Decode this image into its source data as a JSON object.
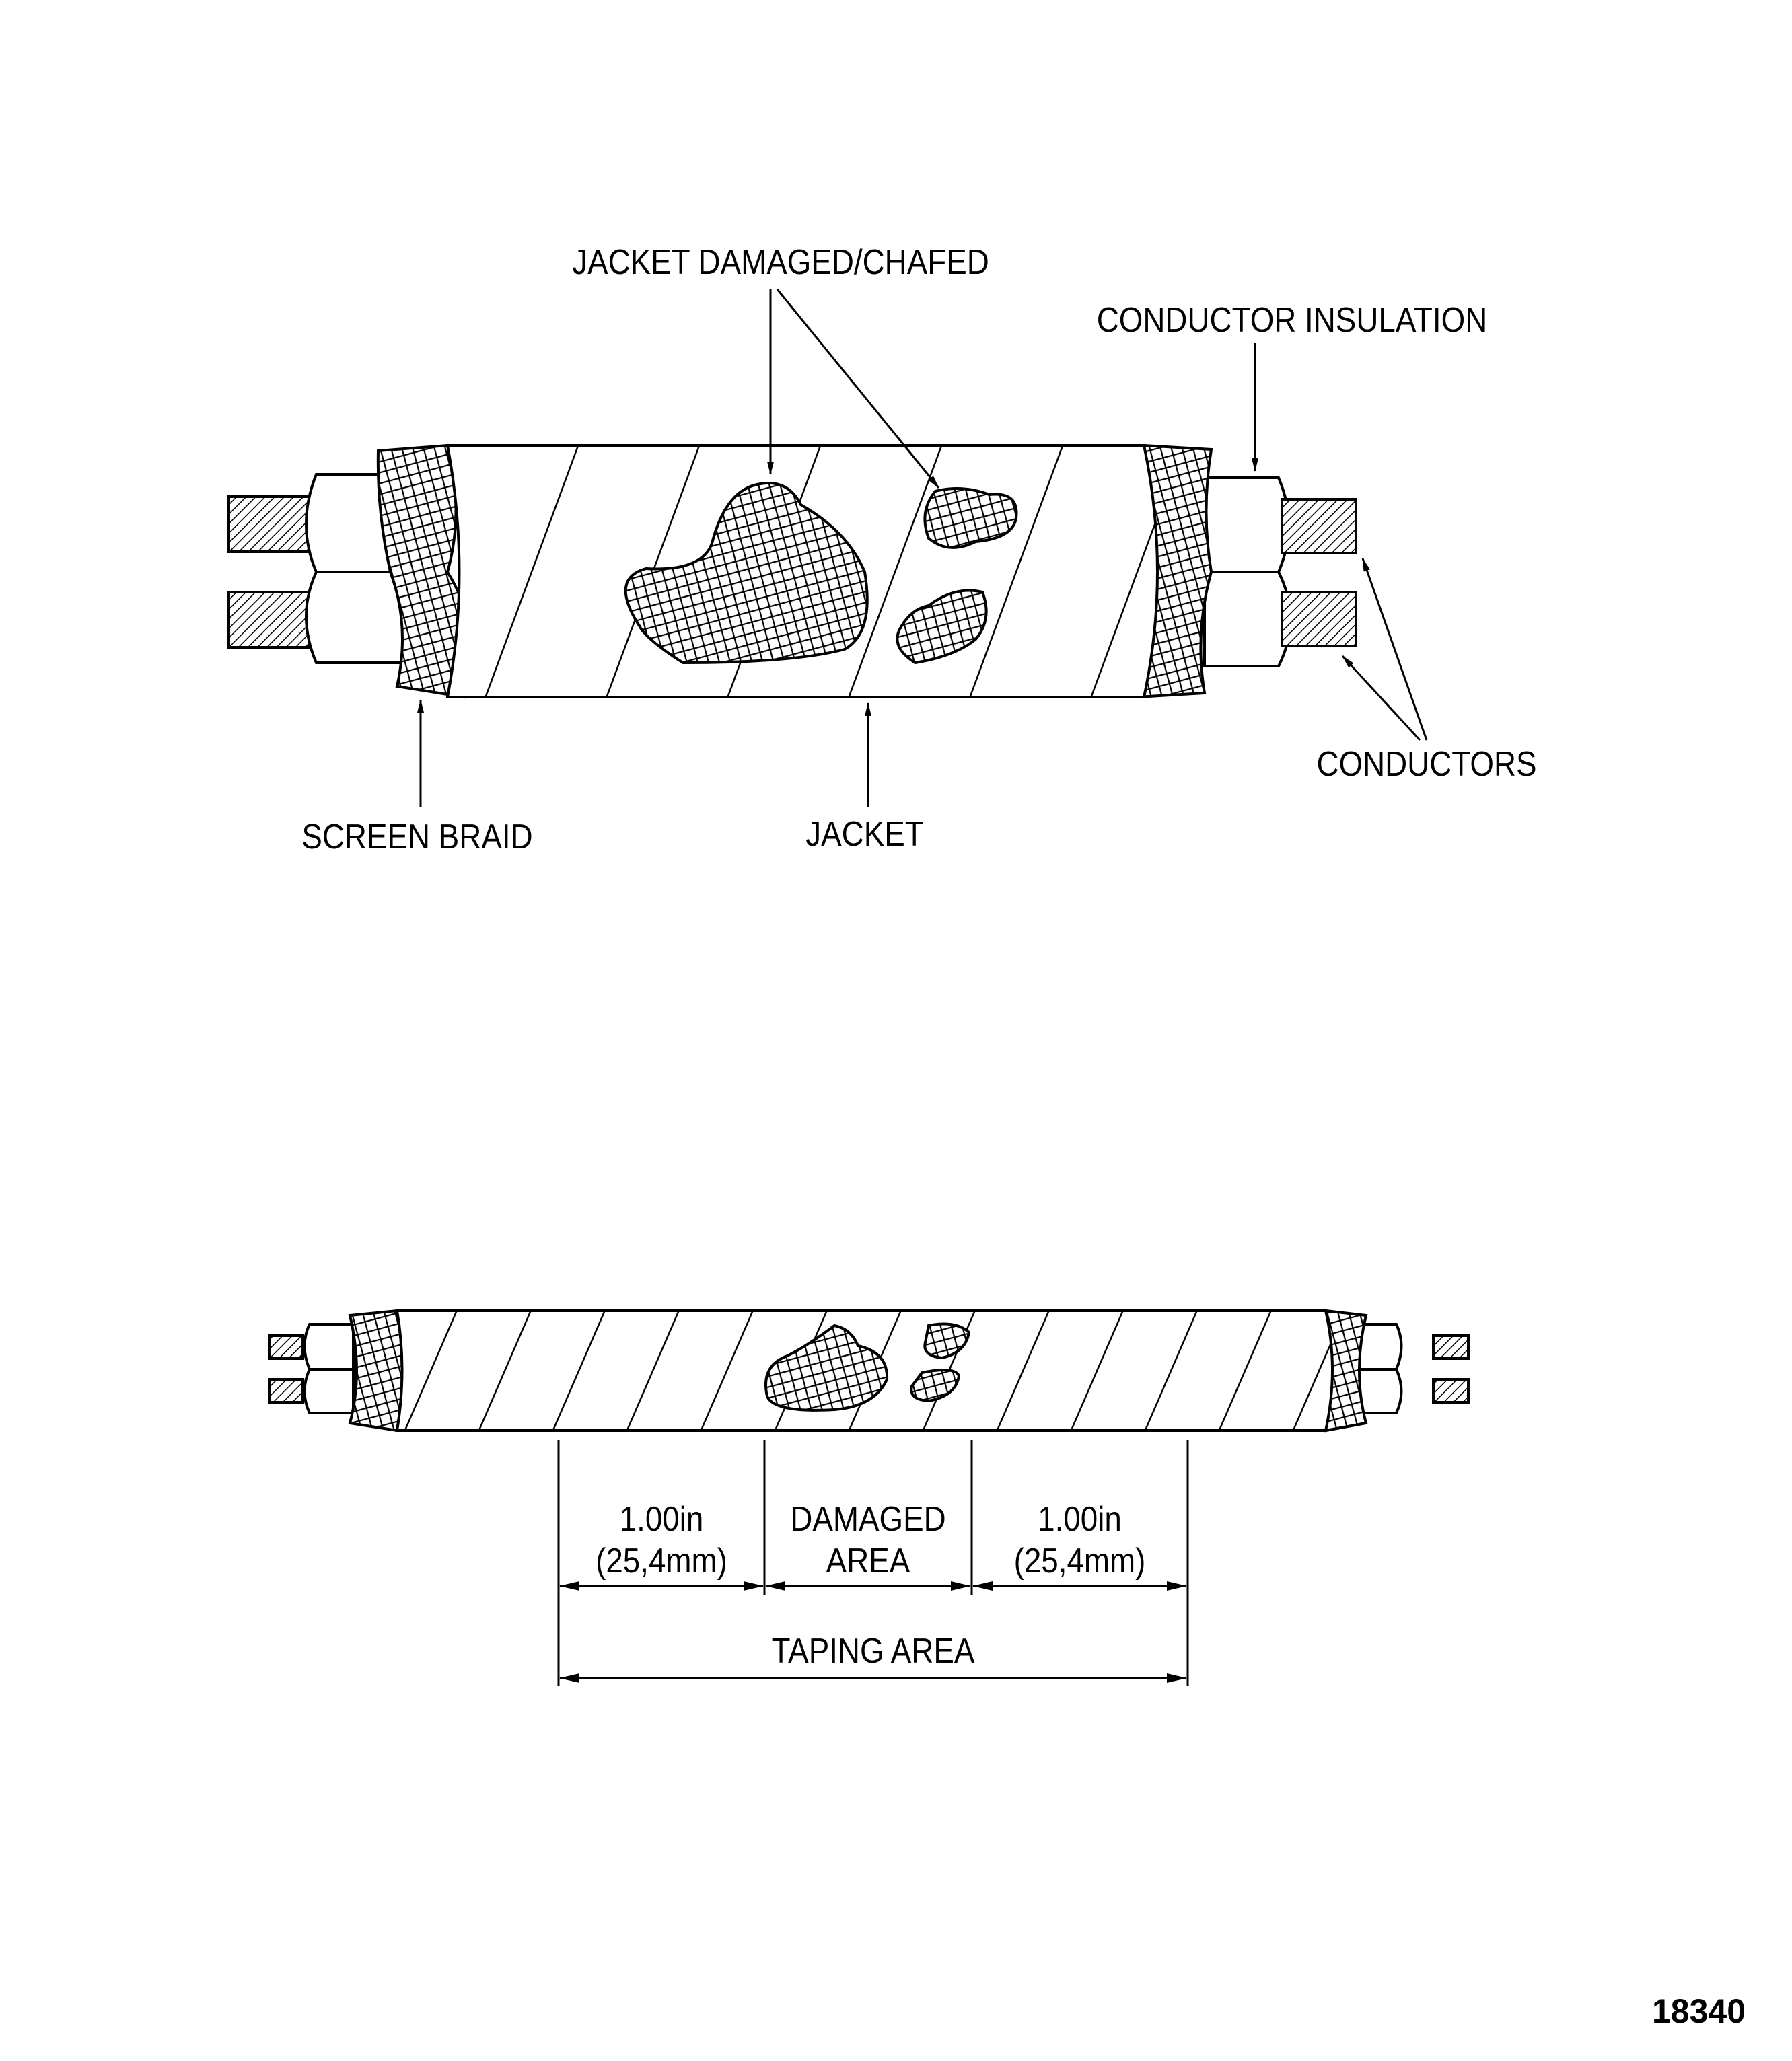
{
  "figure": {
    "number": "18340",
    "top_diagram": {
      "labels": {
        "jacket_damaged": "JACKET DAMAGED/CHAFED",
        "conductor_insulation": "CONDUCTOR INSULATION",
        "conductors": "CONDUCTORS",
        "screen_braid": "SCREEN BRAID",
        "jacket": "JACKET"
      }
    },
    "bottom_diagram": {
      "dimensions": {
        "left_margin": {
          "line1": "1.00in",
          "line2": "(25,4mm)"
        },
        "damaged_area": {
          "line1": "DAMAGED",
          "line2": "AREA"
        },
        "right_margin": {
          "line1": "1.00in",
          "line2": "(25,4mm)"
        },
        "taping_area": "TAPING AREA"
      }
    }
  },
  "colors": {
    "ink": "#000000",
    "paper": "#ffffff"
  }
}
